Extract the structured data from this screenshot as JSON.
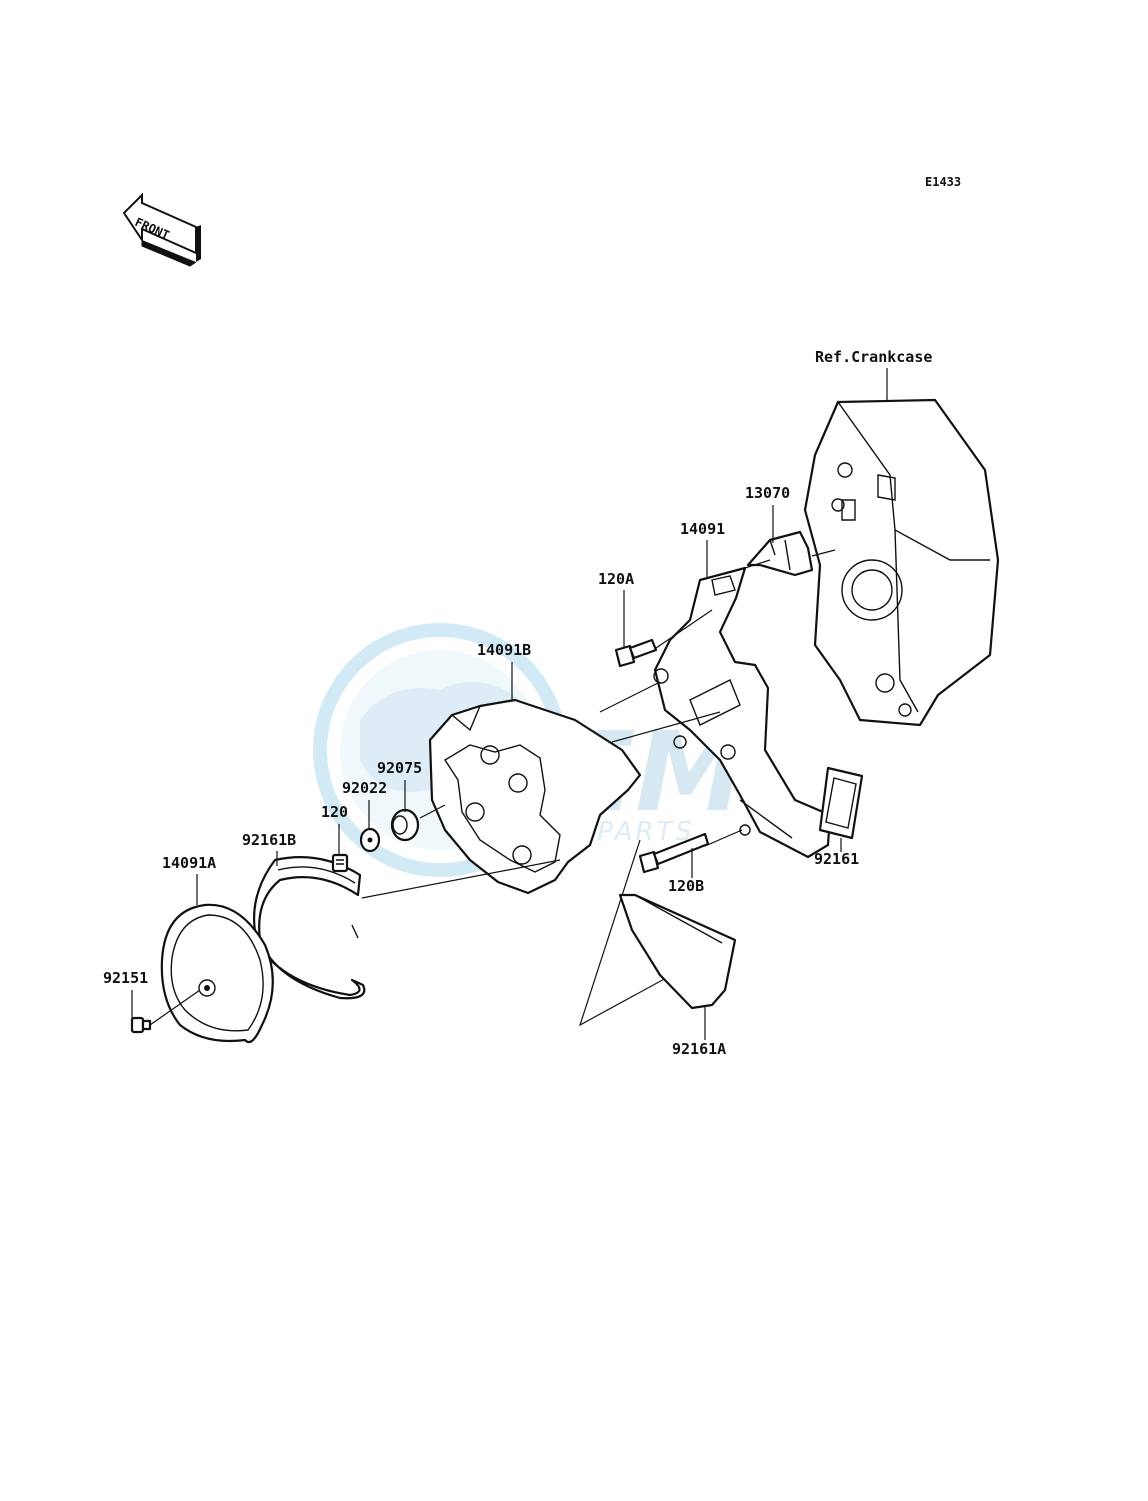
{
  "diagram": {
    "code": "E1433",
    "front_label": "FRONT",
    "reference_label": "Ref.Crankcase",
    "watermark": {
      "brand": "GEM",
      "sub": "MOTORPARTS"
    },
    "parts": [
      {
        "id": "p13070",
        "number": "13070"
      },
      {
        "id": "p14091",
        "number": "14091"
      },
      {
        "id": "p120A",
        "number": "120A"
      },
      {
        "id": "p14091B",
        "number": "14091B"
      },
      {
        "id": "p92075",
        "number": "92075"
      },
      {
        "id": "p92022",
        "number": "92022"
      },
      {
        "id": "p120",
        "number": "120"
      },
      {
        "id": "p92161B",
        "number": "92161B"
      },
      {
        "id": "p14091A",
        "number": "14091A"
      },
      {
        "id": "p92151",
        "number": "92151"
      },
      {
        "id": "p92161",
        "number": "92161"
      },
      {
        "id": "p120B",
        "number": "120B"
      },
      {
        "id": "p92161A",
        "number": "92161A"
      }
    ]
  }
}
